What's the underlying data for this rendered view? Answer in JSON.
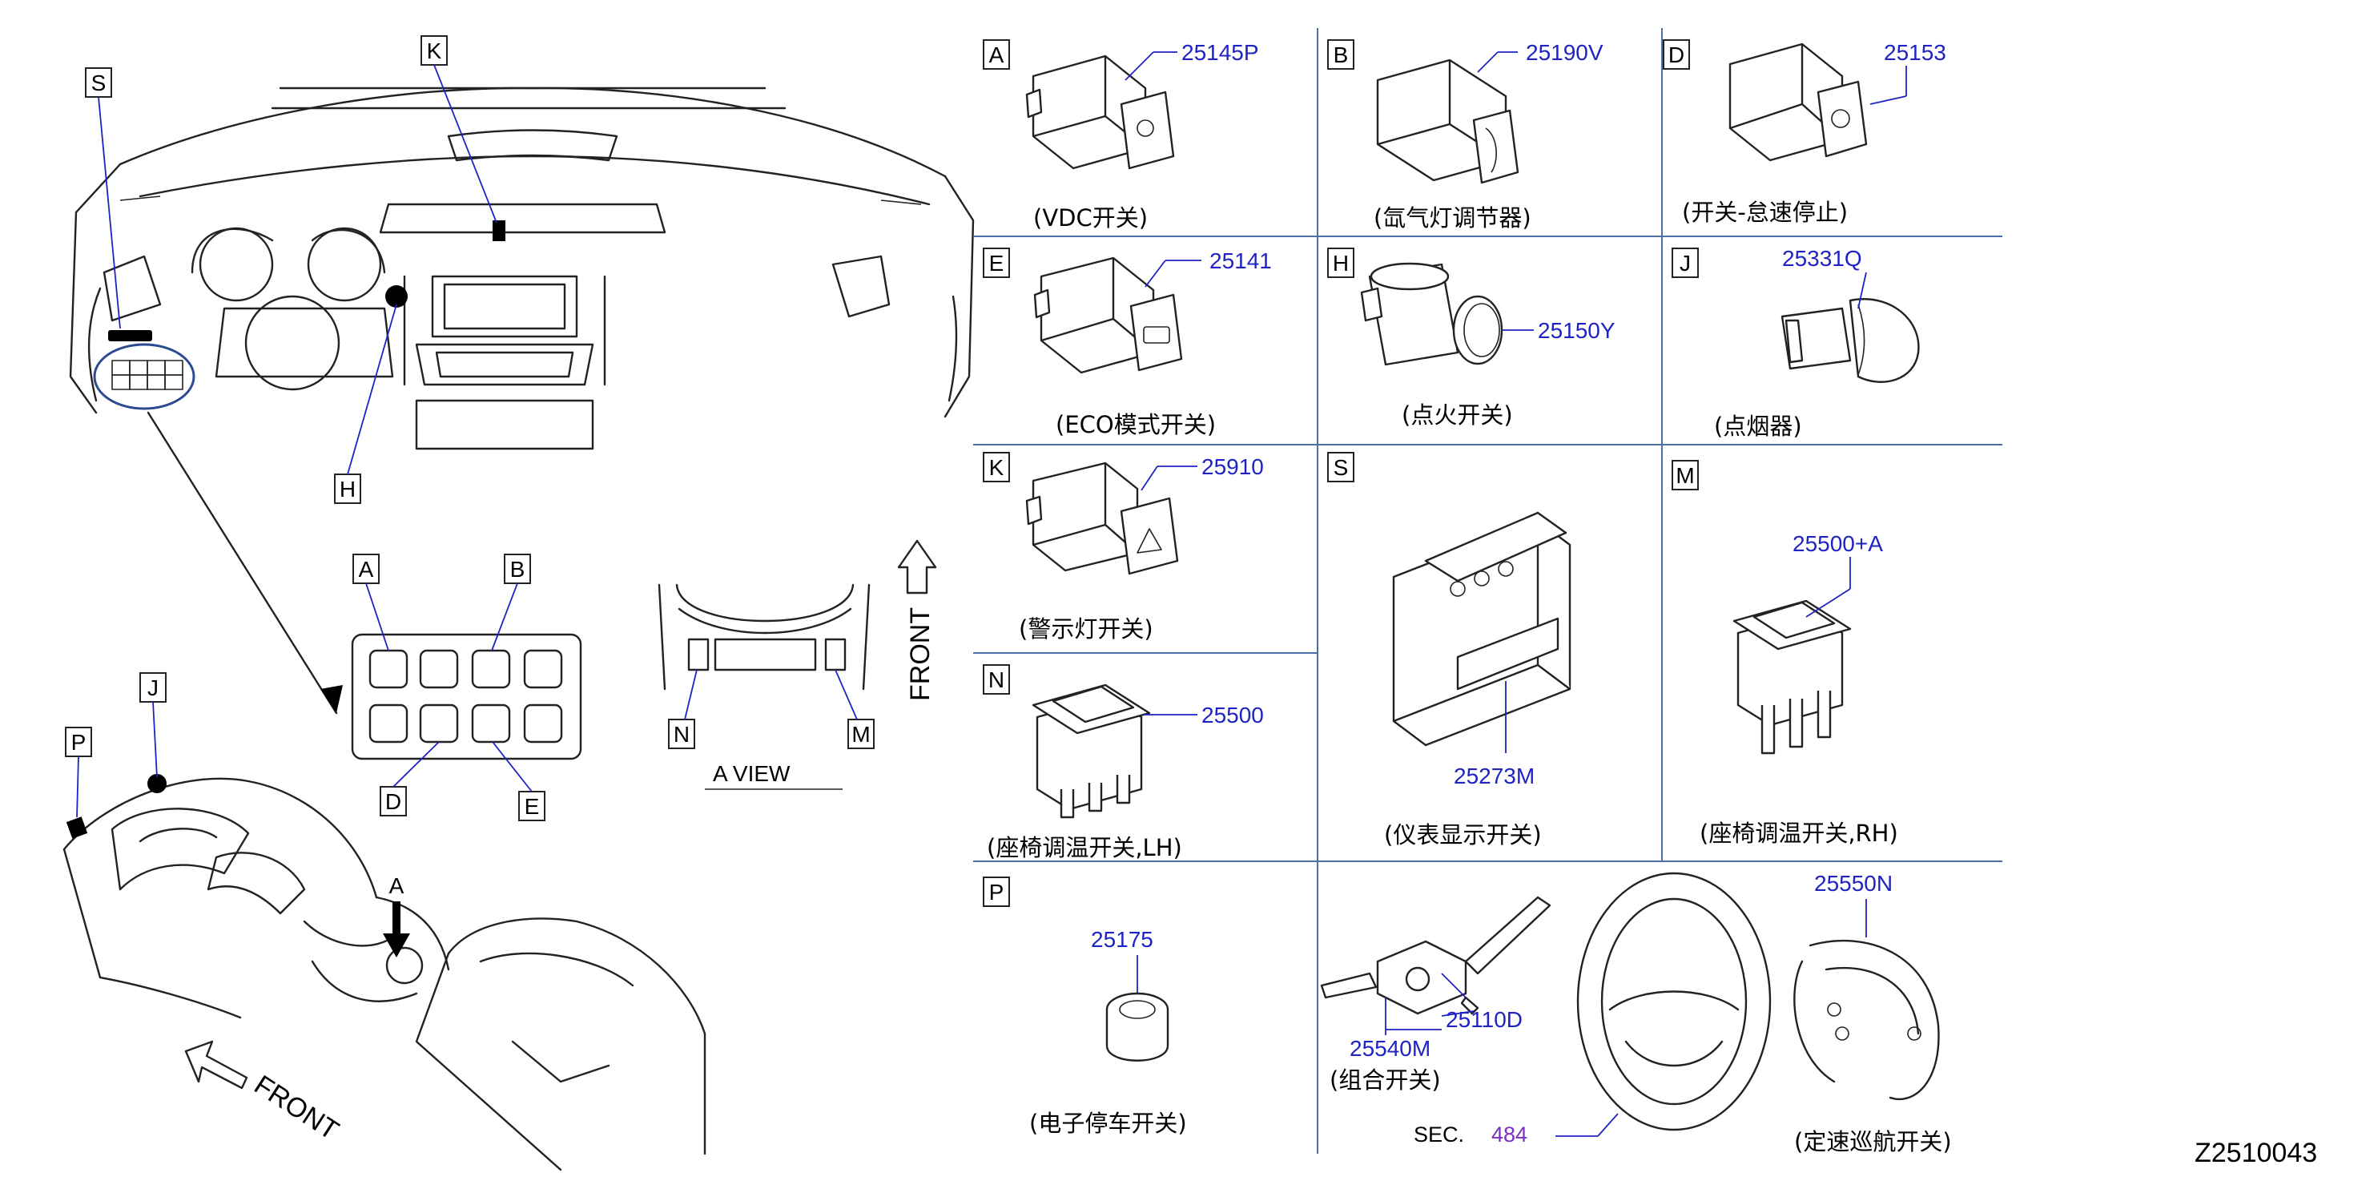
{
  "drawing_number": "Z2510043",
  "front_label": "FRONT",
  "view_label": "A   VIEW",
  "view_arrow_label": "A",
  "section_ref": {
    "label": "SEC.",
    "number": "484"
  },
  "location_labels": [
    "S",
    "K",
    "H",
    "J",
    "P",
    "A",
    "B",
    "D",
    "E",
    "N",
    "M"
  ],
  "panels": [
    {
      "letter": "A",
      "part": "25145P",
      "caption": "(VDC开关)"
    },
    {
      "letter": "B",
      "part": "25190V",
      "caption": "(氙气灯调节器)"
    },
    {
      "letter": "D",
      "part": "25153",
      "caption": "(开关-怠速停止)"
    },
    {
      "letter": "E",
      "part": "25141",
      "caption": "(ECO模式开关)"
    },
    {
      "letter": "H",
      "part": "25150Y",
      "caption": "(点火开关)"
    },
    {
      "letter": "J",
      "part": "25331Q",
      "caption": "(点烟器)"
    },
    {
      "letter": "K",
      "part": "25910",
      "caption": "(警示灯开关)"
    },
    {
      "letter": "S",
      "part": "25273M",
      "caption": "(仪表显示开关)"
    },
    {
      "letter": "M",
      "part": "25500+A",
      "caption": "(座椅调温开关,RH)"
    },
    {
      "letter": "N",
      "part": "25500",
      "caption": "(座椅调温开关,LH)"
    },
    {
      "letter": "P",
      "part": "25175",
      "caption": "(电子停车开关)"
    },
    {
      "letter": "",
      "part": "25110D",
      "caption": ""
    },
    {
      "letter": "",
      "part": "25540M",
      "caption": "(组合开关)"
    },
    {
      "letter": "",
      "part": "25550N",
      "caption": "(定速巡航开关)"
    }
  ]
}
